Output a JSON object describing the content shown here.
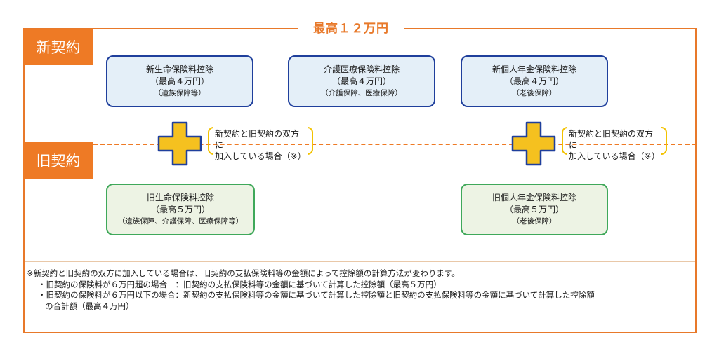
{
  "header": {
    "max_total": "最高１２万円"
  },
  "sections": {
    "new_label": "新契約",
    "old_label": "旧契約"
  },
  "new_cards": [
    {
      "title": "新生命保険料控除",
      "max": "（最高４万円）",
      "sub": "（遺族保障等）"
    },
    {
      "title": "介護医療保険料控除",
      "max": "（最高４万円）",
      "sub": "（介護保障、医療保障）"
    },
    {
      "title": "新個人年金保険料控除",
      "max": "（最高４万円）",
      "sub": "（老後保障）"
    }
  ],
  "old_cards": [
    {
      "title": "旧生命保険料控除",
      "max": "（最高５万円）",
      "sub": "（遺族保障、介護保障、医療保障等）"
    },
    {
      "title": "旧個人年金保険料控除",
      "max": "（最高５万円）",
      "sub": "（老後保障）"
    }
  ],
  "brace_note": {
    "line1": "新契約と旧契約の双方に",
    "line2": "加入している場合（※）"
  },
  "notes": {
    "intro": "※新契約と旧契約の双方に加入している場合は、旧契約の支払保険料等の金額によって控除額の計算方法が変わります。",
    "case1": "・旧契約の保険料が６万円超の場合　：旧契約の支払保険料等の金額に基づいて計算した控除額（最高５万円）",
    "case2": "・旧契約の保険料が６万円以下の場合：新契約の支払保険料等の金額に基づいて計算した控除額と旧契約の支払保険料等の金額に基づいて計算した控除額",
    "case2_cont": "の合計額（最高４万円）"
  },
  "colors": {
    "frame": "#e8792a",
    "new_border": "#1f3f9c",
    "new_fill": "#e4eff8",
    "old_border": "#3fa85a",
    "old_fill": "#edf3e4",
    "plus_fill": "#f5c11f",
    "plus_border": "#1f3f9c"
  },
  "icons": {
    "plus": "plus-icon"
  }
}
